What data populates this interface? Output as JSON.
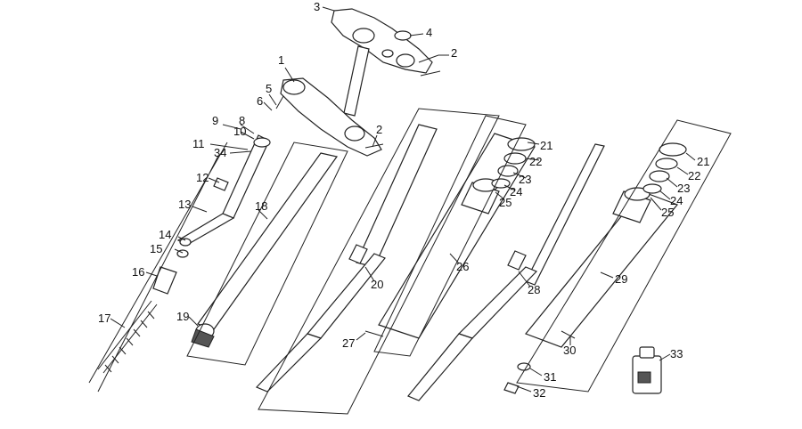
{
  "labels": {
    "l1": "1",
    "l2a": "2",
    "l2b": "2",
    "l3": "3",
    "l4": "4",
    "l5": "5",
    "l6": "6",
    "l8": "8",
    "l9": "9",
    "l10": "10",
    "l11": "11",
    "l12": "12",
    "l13": "13",
    "l14": "14",
    "l15": "15",
    "l16": "16",
    "l17": "17",
    "l18": "18",
    "l19": "19",
    "l20": "20",
    "l21a": "21",
    "l21b": "21",
    "l22a": "22",
    "l22b": "22",
    "l23a": "23",
    "l23b": "23",
    "l24a": "24",
    "l24b": "24",
    "l25a": "25",
    "l25b": "25",
    "l26": "26",
    "l27": "27",
    "l28": "28",
    "l29": "29",
    "l30": "30",
    "l31": "31",
    "l32": "32",
    "l33": "33",
    "l34": "34"
  }
}
